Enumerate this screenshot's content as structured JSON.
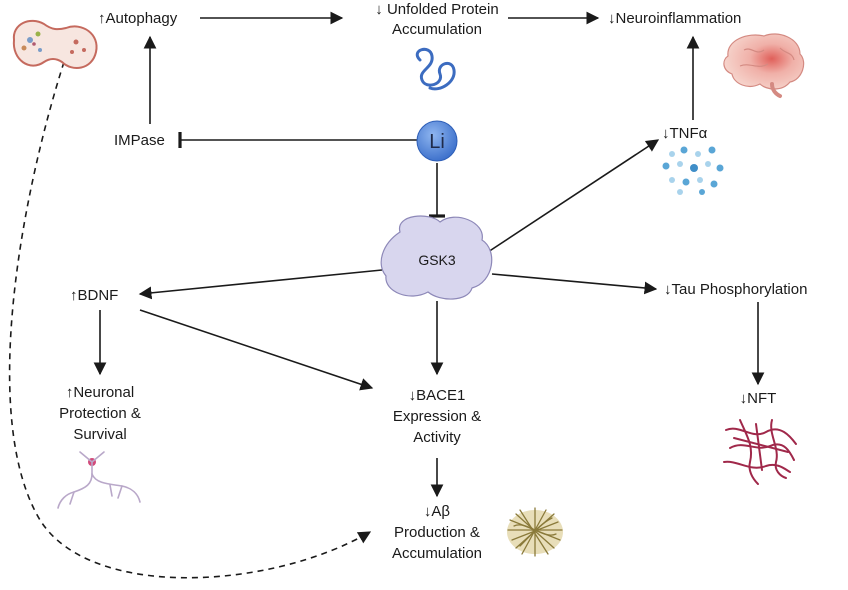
{
  "nodes": {
    "autophagy": "↑Autophagy",
    "unfolded_line1": "↓ Unfolded Protein",
    "unfolded_line2": "Accumulation",
    "neuroinflammation": "↓Neuroinflammation",
    "impase": "IMPase",
    "li": "Li",
    "tnf": "↓TNFα",
    "gsk3": "GSK3",
    "bdnf": "↑BDNF",
    "tau": "↓Tau Phosphorylation",
    "neuronal_line1": "↑Neuronal",
    "neuronal_line2": "Protection &",
    "neuronal_line3": "Survival",
    "bace_line1": "↓BACE1",
    "bace_line2": "Expression &",
    "bace_line3": "Activity",
    "nft": "↓NFT",
    "abeta_line1": "↓Aβ",
    "abeta_line2": "Production &",
    "abeta_line3": "Accumulation"
  },
  "icons": [
    "autophagosome-icon",
    "protein-squiggle-icon",
    "brain-icon",
    "cytokine-dots-icon",
    "neuron-icon",
    "tangles-icon",
    "amyloid-plaque-icon"
  ],
  "colors": {
    "li_fill": "#5b8fe0",
    "gsk3_fill": "#d8d6ee",
    "arrow": "#1a1a1a",
    "tangle": "#a0284a",
    "plaque": "#8a7a3a",
    "cytokine": "#5aa6d6"
  }
}
